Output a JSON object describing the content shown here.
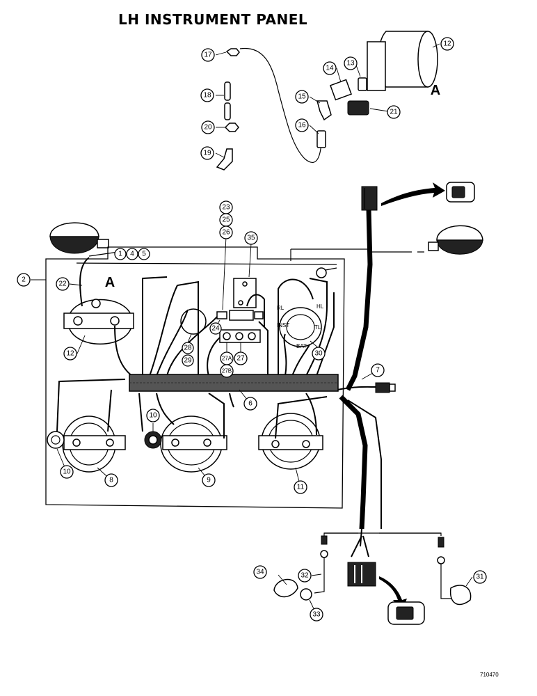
{
  "title": "LH INSTRUMENT PANEL",
  "drawing_number": "710470",
  "view_label": "A",
  "terminal_labels": [
    "RL",
    "HL",
    "INST",
    "TL",
    "BAT"
  ],
  "callouts": [
    "1",
    "2",
    "4",
    "5",
    "6",
    "7",
    "8",
    "9",
    "10",
    "10",
    "11",
    "12",
    "12",
    "13",
    "14",
    "15",
    "16",
    "17",
    "18",
    "19",
    "20",
    "21",
    "22",
    "23",
    "24",
    "25",
    "26",
    "27",
    "27A",
    "27B",
    "28",
    "29",
    "30",
    "31",
    "32",
    "33",
    "34",
    "35"
  ]
}
